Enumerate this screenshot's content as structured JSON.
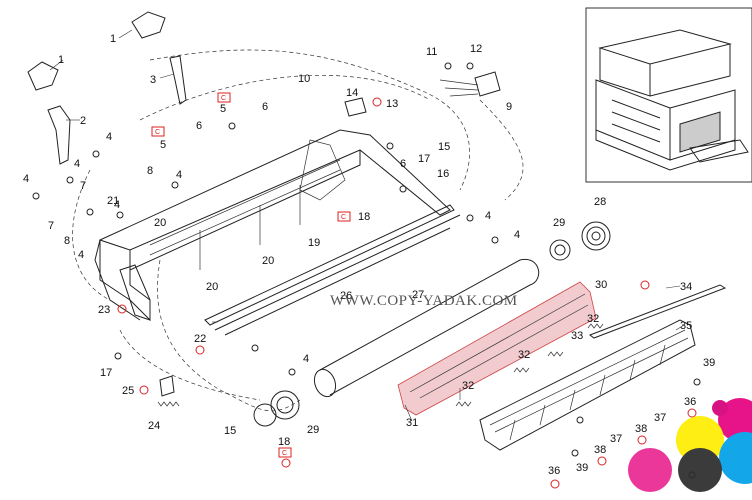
{
  "watermark": "WWW.COPY-YADAK.COM",
  "callouts": [
    "1",
    "1",
    "2",
    "3",
    "4",
    "4",
    "4",
    "4",
    "4",
    "4",
    "4",
    "4",
    "4",
    "5",
    "5",
    "6",
    "6",
    "6",
    "7",
    "7",
    "8",
    "8",
    "9",
    "10",
    "11",
    "12",
    "13",
    "14",
    "15",
    "15",
    "16",
    "17",
    "17",
    "18",
    "18",
    "19",
    "20",
    "20",
    "20",
    "21",
    "22",
    "23",
    "24",
    "25",
    "26",
    "27",
    "28",
    "29",
    "29",
    "30",
    "31",
    "32",
    "32",
    "32",
    "33",
    "34",
    "35",
    "36",
    "36",
    "37",
    "37",
    "38",
    "38",
    "39",
    "39"
  ],
  "highlight": {
    "part_number": "31",
    "color": "#e8a0a8"
  },
  "symbols": {
    "lubrication_mark": "C",
    "screw_mark": "rotate-arrow-icon"
  }
}
